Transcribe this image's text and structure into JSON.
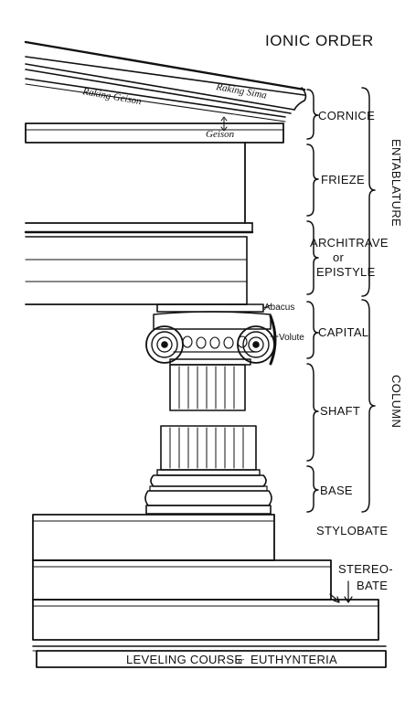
{
  "title": "IONIC ORDER",
  "labels": {
    "raking_sima": "Raking Sima",
    "raking_geison": "Raking Geison",
    "geison": "Geison",
    "cornice": "CORNICE",
    "frieze": "FRIEZE",
    "architrave_l1": "ARCHITRAVE",
    "architrave_l2": "or",
    "architrave_l3": "EPISTYLE",
    "entablature": "ENTABLATURE",
    "abacus": "Abacus",
    "volute": "Volute",
    "capital": "CAPITAL",
    "shaft": "SHAFT",
    "base": "BASE",
    "column": "COLUMN",
    "stylobate": "STYLOBATE",
    "stereobate_l1": "STEREO-",
    "stereobate_l2": "BATE",
    "leveling": "LEVELING COURSE",
    "leveling_or": "or",
    "euthynteria": "EUTHYNTERIA"
  }
}
